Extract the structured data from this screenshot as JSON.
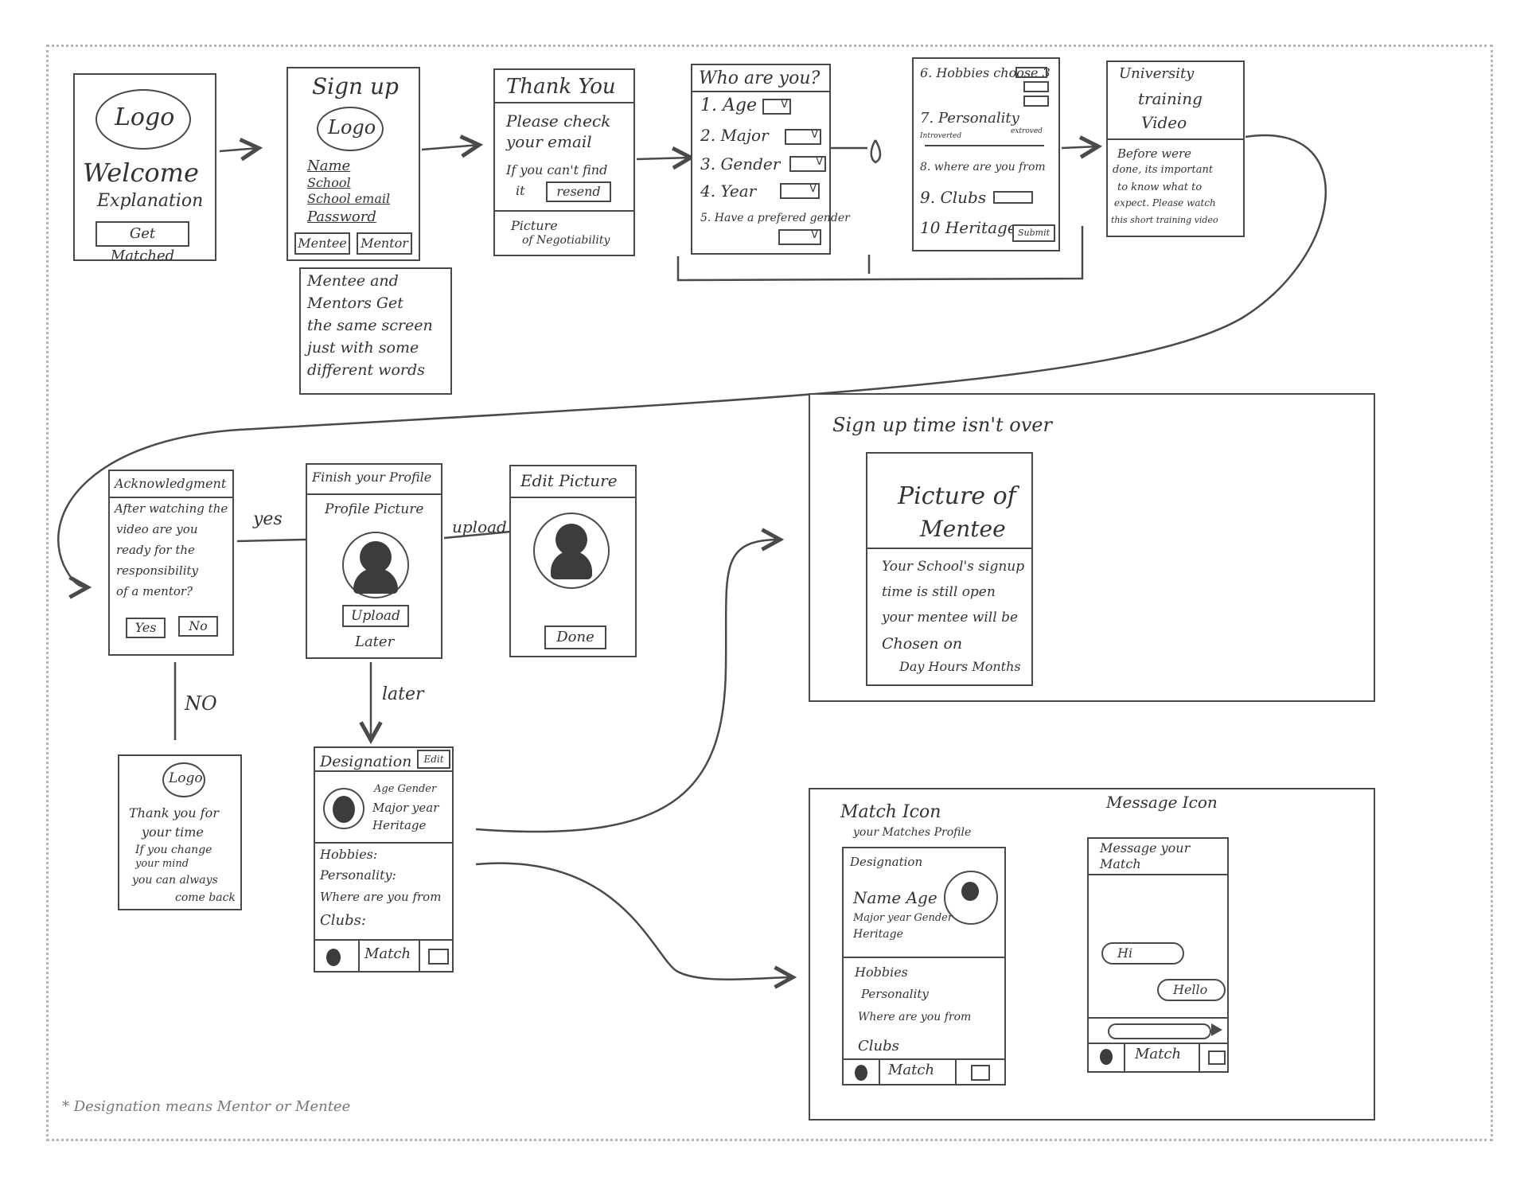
{
  "header_scribble": "",
  "footnote": "* Designation means Mentor or Mentee",
  "screens": {
    "welcome": {
      "logo": "Logo",
      "title": "Welcome",
      "subtitle": "Explanation",
      "button": "Get Matched"
    },
    "signup": {
      "title": "Sign up",
      "logo": "Logo",
      "fields": [
        "Name",
        "School",
        "School email",
        "Password"
      ],
      "buttons": [
        "Mentee",
        "Mentor"
      ],
      "note": [
        "Mentee and",
        "Mentors Get",
        "the same screen",
        "just with some",
        "different words"
      ]
    },
    "thankyou": {
      "title": "Thank You",
      "body": [
        "Please check",
        "your email"
      ],
      "resend_text": [
        "If you can't find",
        "it"
      ],
      "resend_button": "resend",
      "footer": [
        "Picture",
        "of Negotiability"
      ]
    },
    "whoareyou": {
      "title": "Who are you?",
      "items": [
        "1. Age",
        "2. Major",
        "3. Gender",
        "4. Year",
        "5. Have a prefered gender"
      ]
    },
    "questions2": {
      "items": [
        "6. Hobbies choose 3",
        "7. Personality",
        "8. where are you from",
        "9. Clubs",
        "10 Heritage"
      ],
      "slider_left": "Introverted",
      "slider_right": "extroved",
      "submit": "Submit"
    },
    "training": {
      "title": [
        "University",
        "training",
        "Video"
      ],
      "body": [
        "Before were",
        "done, its important",
        "to know what to",
        "expect. Please watch",
        "this short training video"
      ]
    },
    "acknowledgement": {
      "title": "Acknowledgment",
      "body": [
        "After watching the",
        "video are you",
        "ready for the",
        "responsibility",
        "of a mentor?"
      ],
      "yes": "Yes",
      "no": "No"
    },
    "finishprofile": {
      "title": "Finish your Profile",
      "subtitle": "Profile Picture",
      "upload": "Upload",
      "later": "Later"
    },
    "editpicture": {
      "title": "Edit Picture",
      "done": "Done"
    },
    "goodbye": {
      "logo": "Logo",
      "body": [
        "Thank you for",
        "your time",
        "If you change",
        "your mind",
        "you can always",
        "come back"
      ]
    },
    "designation": {
      "title": "Designation",
      "edit": "Edit",
      "info": [
        "Age Gender",
        "Major year",
        "Heritage"
      ],
      "lines": [
        "Hobbies:",
        "Personality:",
        "Where are you from",
        "Clubs:"
      ],
      "tab_match": "Match"
    },
    "signup_open": {
      "heading": "Sign up time isn't over",
      "picture": [
        "Picture of",
        "Mentee"
      ],
      "body": [
        "Your School's signup",
        "time is still open",
        "your mentee will be",
        "Chosen on",
        "Day Hours Months"
      ]
    },
    "match": {
      "left_title": "Match Icon",
      "left_subtitle": "your Matches Profile",
      "right_title": "Message Icon",
      "right_subtitle": [
        "Message your",
        "Match"
      ],
      "card_title": "Designation",
      "card_info": [
        "Name Age",
        "Major year Gender",
        "Heritage"
      ],
      "card_lines": [
        "Hobbies",
        "Personality",
        "Where are you from",
        "Clubs"
      ],
      "msg_in": "Hi",
      "msg_out": "Hello",
      "tab_match": "Match"
    }
  },
  "arrow_labels": {
    "yes": "yes",
    "upload": "upload",
    "no": "NO",
    "later": "later"
  }
}
